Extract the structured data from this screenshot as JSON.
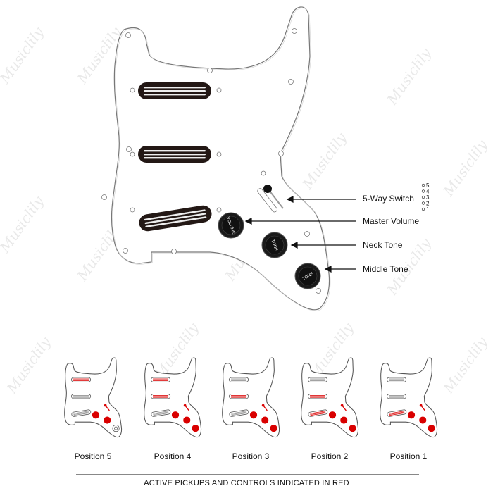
{
  "watermark": {
    "text": "Musiclily"
  },
  "callouts": {
    "switch": "5-Way Switch",
    "volume": "Master Volume",
    "neck_tone": "Neck Tone",
    "middle_tone": "Middle Tone"
  },
  "switch_positions": [
    "5",
    "4",
    "3",
    "2",
    "1"
  ],
  "knob_labels": {
    "volume": "VOLUME",
    "tone1": "TONE",
    "tone2": "TONE"
  },
  "positions": [
    {
      "label": "Position 5",
      "active_pickups": [
        "neck"
      ]
    },
    {
      "label": "Position 4",
      "active_pickups": [
        "neck",
        "middle"
      ]
    },
    {
      "label": "Position 3",
      "active_pickups": [
        "middle"
      ]
    },
    {
      "label": "Position 2",
      "active_pickups": [
        "middle",
        "bridge"
      ]
    },
    {
      "label": "Position 1",
      "active_pickups": [
        "bridge"
      ]
    }
  ],
  "footer": {
    "text": "ACTIVE PICKUPS AND CONTROLS INDICATED IN RED"
  },
  "colors": {
    "active": "#d90000",
    "pickup": "#231815",
    "outline": "#555555"
  }
}
